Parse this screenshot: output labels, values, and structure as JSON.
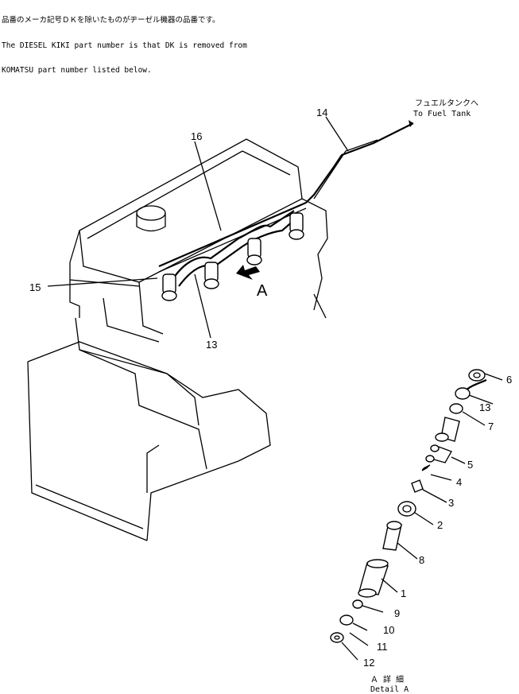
{
  "note": {
    "line1": "品番のメーカ記号ＤＫを除いたものがヂーゼル機器の品番です。",
    "line2": "The DIESEL KIKI part number is that DK is removed from",
    "line3": "KOMATSU part number listed below."
  },
  "fuel_tank": {
    "jp": "フュエルタンクへ",
    "en": "To Fuel Tank"
  },
  "view_marker": "A",
  "detail": {
    "jp": "Ａ 詳 細",
    "en": "Detail A"
  },
  "callouts": {
    "c14": "14",
    "c16": "16",
    "c15": "15",
    "c13a": "13",
    "c6": "6",
    "c13b": "13",
    "c7": "7",
    "c5": "5",
    "c4": "4",
    "c3": "3",
    "c2": "2",
    "c8": "8",
    "c1": "1",
    "c9": "9",
    "c10": "10",
    "c11": "11",
    "c12": "12"
  },
  "colors": {
    "ink": "#000000",
    "paper": "#ffffff"
  }
}
